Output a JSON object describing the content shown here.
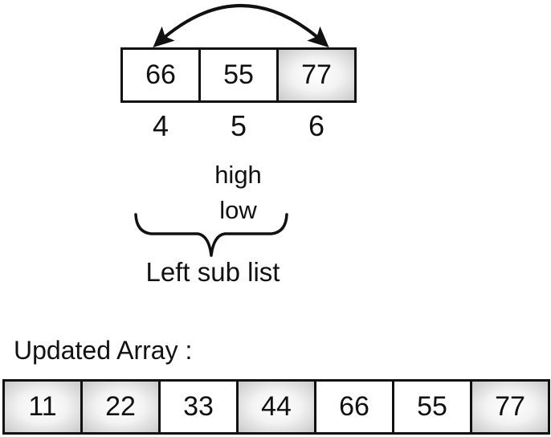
{
  "diagram": {
    "top_array": {
      "cells": [
        {
          "value": "66",
          "shaded": false
        },
        {
          "value": "55",
          "shaded": false
        },
        {
          "value": "77",
          "shaded": true
        }
      ],
      "indices": [
        "4",
        "5",
        "6"
      ]
    },
    "labels": {
      "high": "high",
      "low": "low",
      "sublist": "Left sub list"
    },
    "updated_array": {
      "title": "Updated Array :",
      "cells": [
        {
          "value": "11",
          "shaded": true
        },
        {
          "value": "22",
          "shaded": true
        },
        {
          "value": "33",
          "shaded": false
        },
        {
          "value": "44",
          "shaded": true
        },
        {
          "value": "66",
          "shaded": false
        },
        {
          "value": "55",
          "shaded": false
        },
        {
          "value": "77",
          "shaded": true
        }
      ]
    },
    "colors": {
      "ink": "#111111",
      "shade_edge": "#c9c9c9",
      "shade_center": "#ffffff",
      "background": "#ffffff"
    }
  }
}
